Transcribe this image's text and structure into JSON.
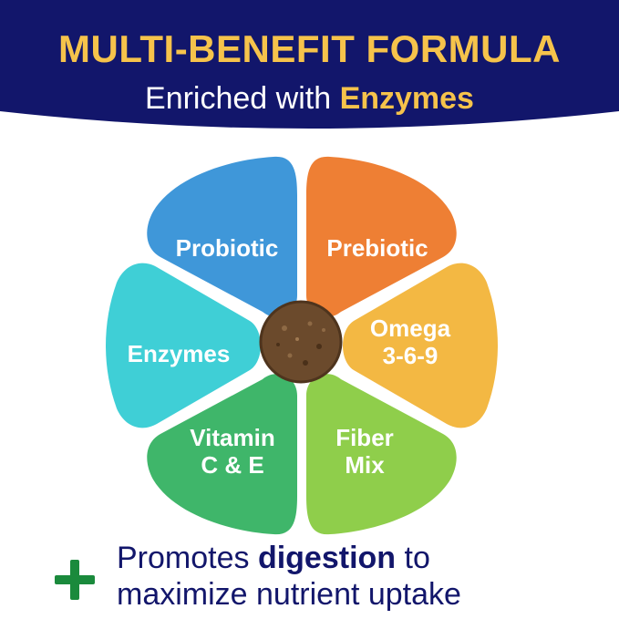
{
  "colors": {
    "navy": "#12166b",
    "gold": "#f6c34b",
    "probiotic": "#3f97d9",
    "prebiotic": "#ee7f34",
    "omega": "#f3b843",
    "fiber": "#8fce4b",
    "vitamin": "#3fb66a",
    "enzymes": "#3fcfd6",
    "kibble": "#6b4a2c",
    "plus": "#1a8a3c"
  },
  "header": {
    "title": "MULTI-BENEFIT FORMULA",
    "subtitle_prefix": "Enriched with ",
    "subtitle_highlight": "Enzymes"
  },
  "wheel": {
    "center_icon": "kibble-icon",
    "petals": [
      {
        "id": "probiotic",
        "lines": [
          "Probiotic"
        ]
      },
      {
        "id": "prebiotic",
        "lines": [
          "Prebiotic"
        ]
      },
      {
        "id": "omega",
        "lines": [
          "Omega",
          "3-6-9"
        ]
      },
      {
        "id": "fiber",
        "lines": [
          "Fiber",
          "Mix"
        ]
      },
      {
        "id": "vitamin",
        "lines": [
          "Vitamin",
          "C & E"
        ]
      },
      {
        "id": "enzymes",
        "lines": [
          "Enzymes"
        ]
      }
    ]
  },
  "footer": {
    "icon": "plus-icon",
    "line1_prefix": "Promotes ",
    "line1_bold": "digestion",
    "line1_suffix": " to",
    "line2": "maximize nutrient uptake"
  }
}
